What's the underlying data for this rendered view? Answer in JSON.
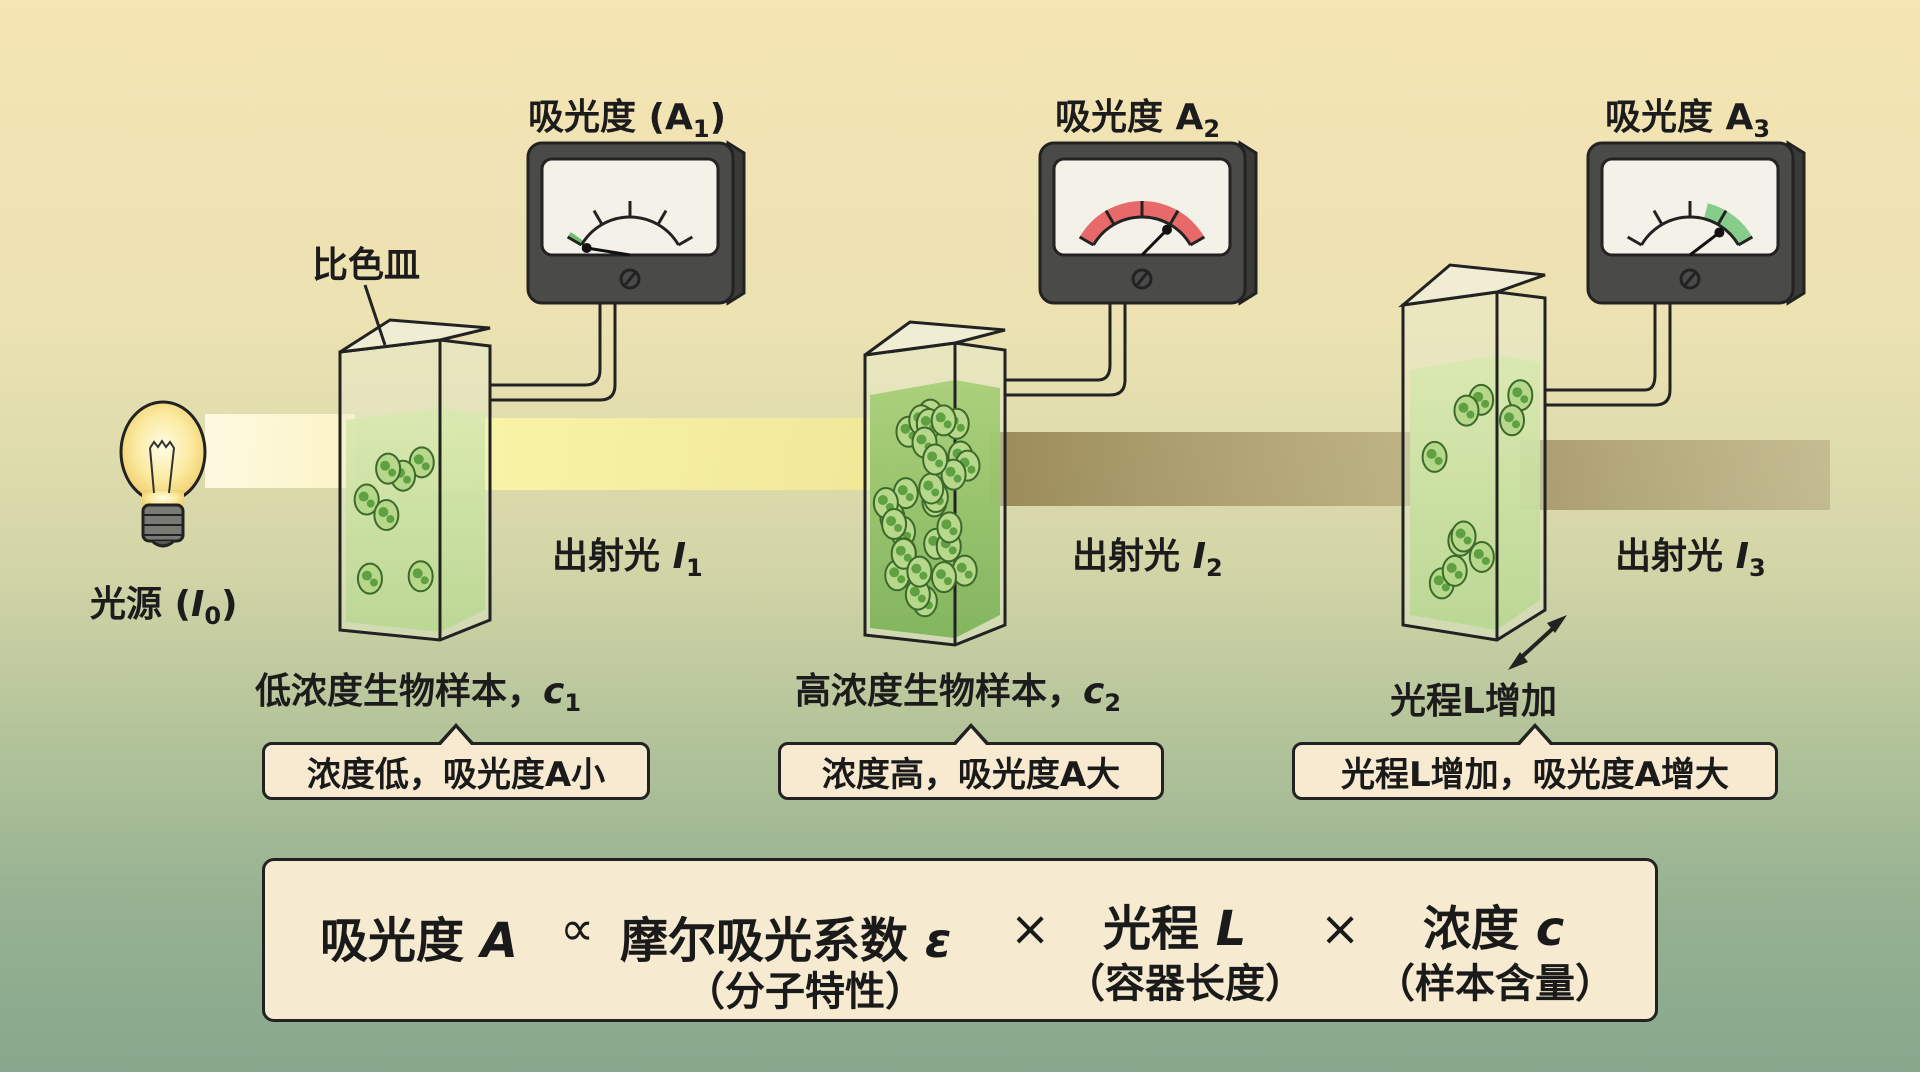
{
  "source": {
    "label": "光源",
    "symbol": "I",
    "subscript": "0"
  },
  "cuvette_label": "比色皿",
  "panels": [
    {
      "meter_label": "吸光度 (A",
      "meter_sub": "1",
      "meter_close": ")",
      "meter_reading": 0.0,
      "meter_zone": "low",
      "meter_zone_color": "#6fbf6a",
      "output_label": "出射光",
      "output_symbol": "I",
      "output_sub": "1",
      "sample_label": "低浓度生物样本，",
      "sample_symbol": "c",
      "sample_sub": "1",
      "callout": "浓度低，吸光度A小",
      "cell_count": 7
    },
    {
      "meter_label": "吸光度 A",
      "meter_sub": "2",
      "meter_close": "",
      "meter_reading": 0.75,
      "meter_zone": "full",
      "meter_zone_color": "#e8696a",
      "output_label": "出射光",
      "output_symbol": "I",
      "output_sub": "2",
      "sample_label": "高浓度生物样本，",
      "sample_symbol": "c",
      "sample_sub": "2",
      "callout": "浓度高，吸光度A大",
      "cell_count": 30
    },
    {
      "meter_label": "吸光度 A",
      "meter_sub": "3",
      "meter_close": "",
      "meter_reading": 0.8,
      "meter_zone": "high",
      "meter_zone_color": "#86cc8a",
      "output_label": "出射光",
      "output_symbol": "I",
      "output_sub": "3",
      "sample_label": "光程L增加",
      "sample_symbol": "",
      "sample_sub": "",
      "callout": "光程L增加，吸光度A增大",
      "cell_count": 10
    }
  ],
  "formula": {
    "lhs": "吸光度",
    "lhs_symbol": "A",
    "proportional": "∝",
    "terms": [
      {
        "name": "摩尔吸光系数",
        "symbol": "ε",
        "note": "（分子特性）"
      },
      {
        "name": "光程",
        "symbol": "L",
        "note": "（容器长度）"
      },
      {
        "name": "浓度",
        "symbol": "c",
        "note": "（样本含量）"
      }
    ],
    "times": "×"
  },
  "colors": {
    "beam_in": "#fff6c0",
    "beam_out_1": "#f3f0a0",
    "beam_out_2": "#8a7a50",
    "beam_out_3": "#9a8c62",
    "meter_body": "#4a4a48",
    "liquid_light": "#cfe3a6",
    "liquid_dark": "#8cbd64",
    "cell_green": "#5fa043"
  }
}
